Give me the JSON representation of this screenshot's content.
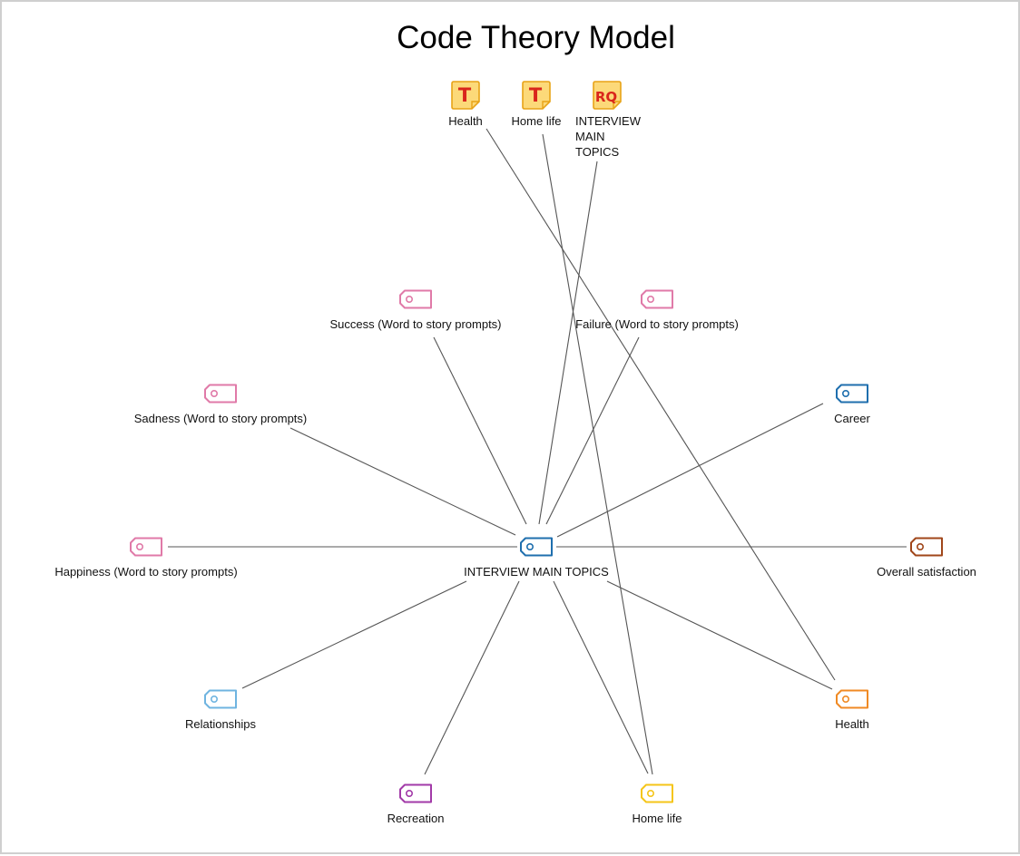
{
  "title": "Code Theory Model",
  "colors": {
    "edge": "#555555",
    "memo_fill": "#fcd979",
    "memo_stroke": "#e8a317",
    "memo_text": "#d9261c"
  },
  "memos": [
    {
      "id": "memo-health",
      "badge": "T",
      "label": "Health"
    },
    {
      "id": "memo-home-life",
      "badge": "T",
      "label": "Home life"
    },
    {
      "id": "memo-interview",
      "badge": "RQ",
      "label": "INTERVIEW MAIN TOPICS"
    }
  ],
  "codes": [
    {
      "id": "code-center",
      "label": "INTERVIEW MAIN TOPICS",
      "color": "#1f6fae"
    },
    {
      "id": "code-success",
      "label": "Success (Word to story prompts)",
      "color": "#e07aa8"
    },
    {
      "id": "code-failure",
      "label": "Failure (Word to story prompts)",
      "color": "#e07aa8"
    },
    {
      "id": "code-sadness",
      "label": "Sadness (Word to story prompts)",
      "color": "#e07aa8"
    },
    {
      "id": "code-career",
      "label": "Career",
      "color": "#1f6fae"
    },
    {
      "id": "code-happiness",
      "label": "Happiness (Word to story prompts)",
      "color": "#e07aa8"
    },
    {
      "id": "code-overall",
      "label": "Overall satisfaction",
      "color": "#a0461a"
    },
    {
      "id": "code-relationships",
      "label": "Relationships",
      "color": "#6fb4e0"
    },
    {
      "id": "code-health",
      "label": "Health",
      "color": "#f08a24"
    },
    {
      "id": "code-recreation",
      "label": "Recreation",
      "color": "#a23aa8"
    },
    {
      "id": "code-home-life",
      "label": "Home life",
      "color": "#f5c518"
    }
  ],
  "links": [
    {
      "from": "code-center",
      "to": "code-success"
    },
    {
      "from": "code-center",
      "to": "code-failure"
    },
    {
      "from": "code-center",
      "to": "code-sadness"
    },
    {
      "from": "code-center",
      "to": "code-career"
    },
    {
      "from": "code-center",
      "to": "code-happiness"
    },
    {
      "from": "code-center",
      "to": "code-overall"
    },
    {
      "from": "code-center",
      "to": "code-relationships"
    },
    {
      "from": "code-center",
      "to": "code-health"
    },
    {
      "from": "code-center",
      "to": "code-recreation"
    },
    {
      "from": "code-center",
      "to": "code-home-life"
    },
    {
      "from": "memo-interview",
      "to": "code-center"
    },
    {
      "from": "memo-health",
      "to": "code-health"
    },
    {
      "from": "memo-home-life",
      "to": "code-home-life"
    }
  ]
}
